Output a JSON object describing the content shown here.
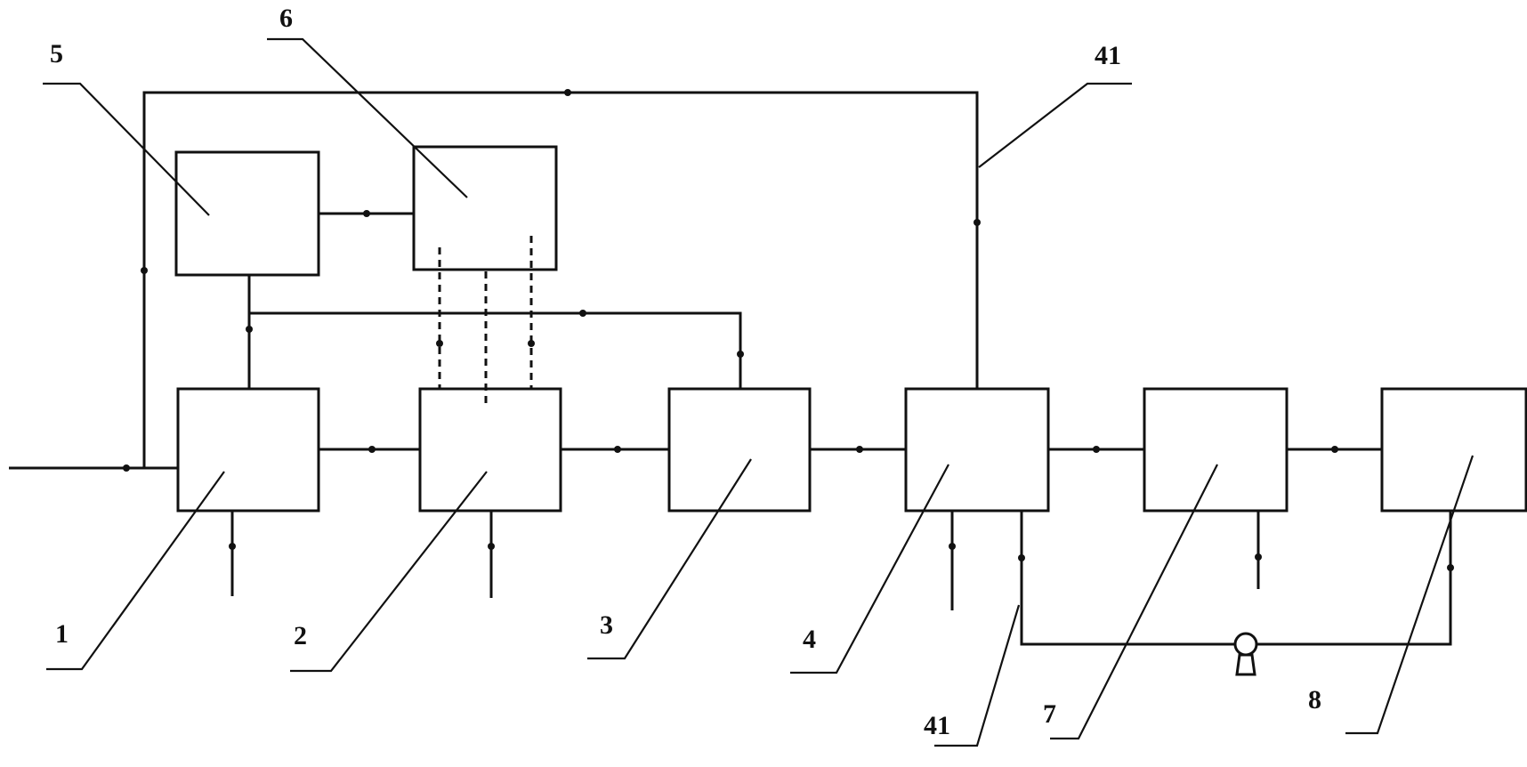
{
  "labels": {
    "unit_1": "1",
    "unit_2": "2",
    "unit_3": "3",
    "unit_4": "4",
    "unit_5": "5",
    "unit_6": "6",
    "unit_7": "7",
    "unit_8": "8",
    "pipe_41_top": "41",
    "pipe_41_bottom": "41"
  },
  "colors": {
    "line": "#111111",
    "background": "#ffffff"
  }
}
